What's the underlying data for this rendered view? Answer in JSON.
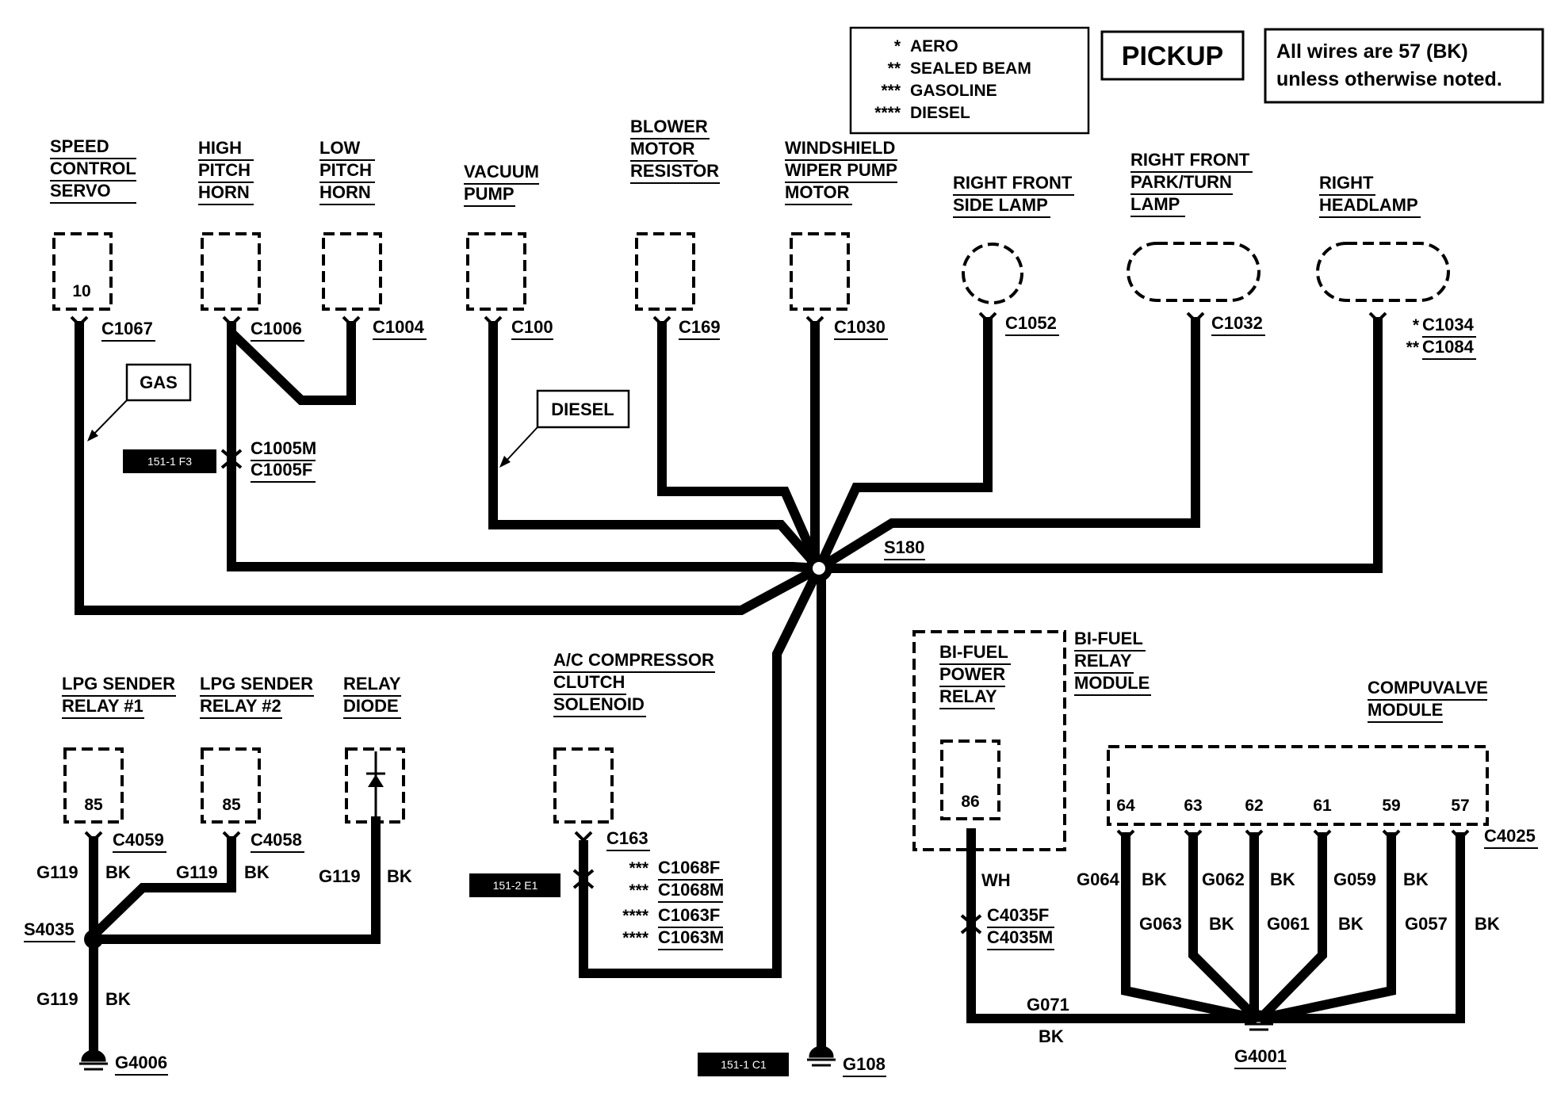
{
  "legend": {
    "items": [
      {
        "mark": "*",
        "label": "AERO"
      },
      {
        "mark": "**",
        "label": "SEALED BEAM"
      },
      {
        "mark": "***",
        "label": "GASOLINE"
      },
      {
        "mark": "****",
        "label": "DIESEL"
      }
    ]
  },
  "title": "PICKUP",
  "note": {
    "line1": "All wires are 57 (BK)",
    "line2": "unless otherwise noted."
  },
  "components": {
    "speed_control_servo": {
      "l1": "SPEED",
      "l2": "CONTROL",
      "l3": "SERVO",
      "pin": "10",
      "connector": "C1067"
    },
    "high_pitch_horn": {
      "l1": "HIGH",
      "l2": "PITCH",
      "l3": "HORN",
      "connector": "C1006"
    },
    "low_pitch_horn": {
      "l1": "LOW",
      "l2": "PITCH",
      "l3": "HORN",
      "connector": "C1004"
    },
    "vacuum_pump": {
      "l1": "VACUUM",
      "l2": "PUMP",
      "connector": "C100"
    },
    "blower_motor_resistor": {
      "l1": "BLOWER",
      "l2": "MOTOR",
      "l3": "RESISTOR",
      "connector": "C169"
    },
    "windshield_wiper_pump_motor": {
      "l1": "WINDSHIELD",
      "l2": "WIPER PUMP",
      "l3": "MOTOR",
      "connector": "C1030"
    },
    "right_front_side_lamp": {
      "l1": "RIGHT FRONT",
      "l2": "SIDE LAMP",
      "connector": "C1052"
    },
    "right_front_park_turn_lamp": {
      "l1": "RIGHT FRONT",
      "l2": "PARK/TURN",
      "l3": "LAMP",
      "connector": "C1032"
    },
    "right_headlamp": {
      "l1": "RIGHT",
      "l2": "HEADLAMP",
      "connector_a_mark": "*",
      "connector_a": "C1034",
      "connector_b_mark": "**",
      "connector_b": "C1084"
    },
    "lpg_sender_relay_1": {
      "l1": "LPG SENDER",
      "l2": "RELAY #1",
      "pin": "85",
      "connector": "C4059",
      "circuit": "G119",
      "color": "BK"
    },
    "lpg_sender_relay_2": {
      "l1": "LPG SENDER",
      "l2": "RELAY #2",
      "pin": "85",
      "connector": "C4058",
      "circuit": "G119",
      "color": "BK"
    },
    "relay_diode": {
      "l1": "RELAY",
      "l2": "DIODE",
      "circuit": "G119",
      "color": "BK"
    },
    "ac_compressor_clutch_solenoid": {
      "l1": "A/C COMPRESSOR",
      "l2": "CLUTCH",
      "l3": "SOLENOID",
      "connector": "C163"
    },
    "bi_fuel_power_relay": {
      "l1": "BI-FUEL",
      "l2": "POWER",
      "l3": "RELAY",
      "pin": "86"
    },
    "bi_fuel_relay_module": {
      "l1": "BI-FUEL",
      "l2": "RELAY",
      "l3": "MODULE"
    },
    "compuvalve_module": {
      "l1": "COMPUVALVE",
      "l2": "MODULE",
      "connector": "C4025",
      "pins": [
        "64",
        "63",
        "62",
        "61",
        "59",
        "57"
      ]
    }
  },
  "callouts": {
    "gas": "GAS",
    "diesel": "DIESEL"
  },
  "inline_connectors": {
    "c1005m": "C1005M",
    "c1005f": "C1005F",
    "c1068f_mark": "***",
    "c1068f": "C1068F",
    "c1068m_mark": "***",
    "c1068m": "C1068M",
    "c1063f_mark": "****",
    "c1063f": "C1063F",
    "c1063m_mark": "****",
    "c1063m": "C1063M",
    "c4035f": "C4035F",
    "c4035m": "C4035M"
  },
  "page_refs": {
    "f3": "151-1 F3",
    "e1": "151-2 E1",
    "c1": "151-1 C1"
  },
  "splices": {
    "s180": "S180",
    "s4035": "S4035"
  },
  "grounds": {
    "g4006": "G4006",
    "g108": "G108",
    "g4001": "G4001"
  },
  "wires": {
    "g119": "G119",
    "bk": "BK",
    "wh": "WH",
    "g064": "G064",
    "g063": "G063",
    "g062": "G062",
    "g061": "G061",
    "g059": "G059",
    "g057": "G057",
    "g071": "G071"
  }
}
